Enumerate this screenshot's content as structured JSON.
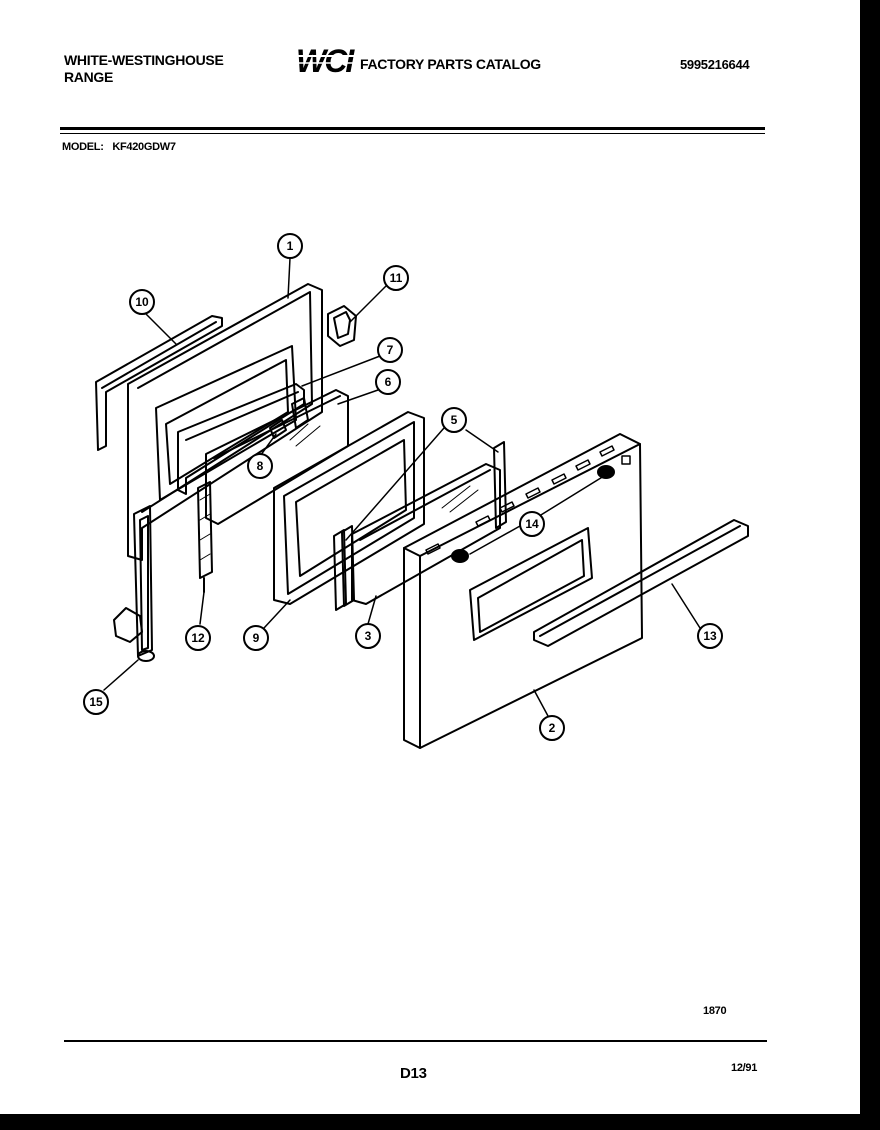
{
  "header": {
    "brand_line1": "WHITE-WESTINGHOUSE",
    "brand_line2": "RANGE",
    "logo_text": "WCI",
    "catalog_title": "FACTORY PARTS CATALOG",
    "part_number": "5995216644"
  },
  "model": {
    "label": "MODEL:",
    "value": "KF420GDW7"
  },
  "diagram": {
    "callouts": [
      {
        "id": "1"
      },
      {
        "id": "2"
      },
      {
        "id": "3"
      },
      {
        "id": "5"
      },
      {
        "id": "6"
      },
      {
        "id": "7"
      },
      {
        "id": "8"
      },
      {
        "id": "9"
      },
      {
        "id": "10"
      },
      {
        "id": "11"
      },
      {
        "id": "12"
      },
      {
        "id": "13"
      },
      {
        "id": "14"
      },
      {
        "id": "15"
      }
    ]
  },
  "footer": {
    "figure_id": "1870",
    "page_code": "D13",
    "date_code": "12/91"
  }
}
